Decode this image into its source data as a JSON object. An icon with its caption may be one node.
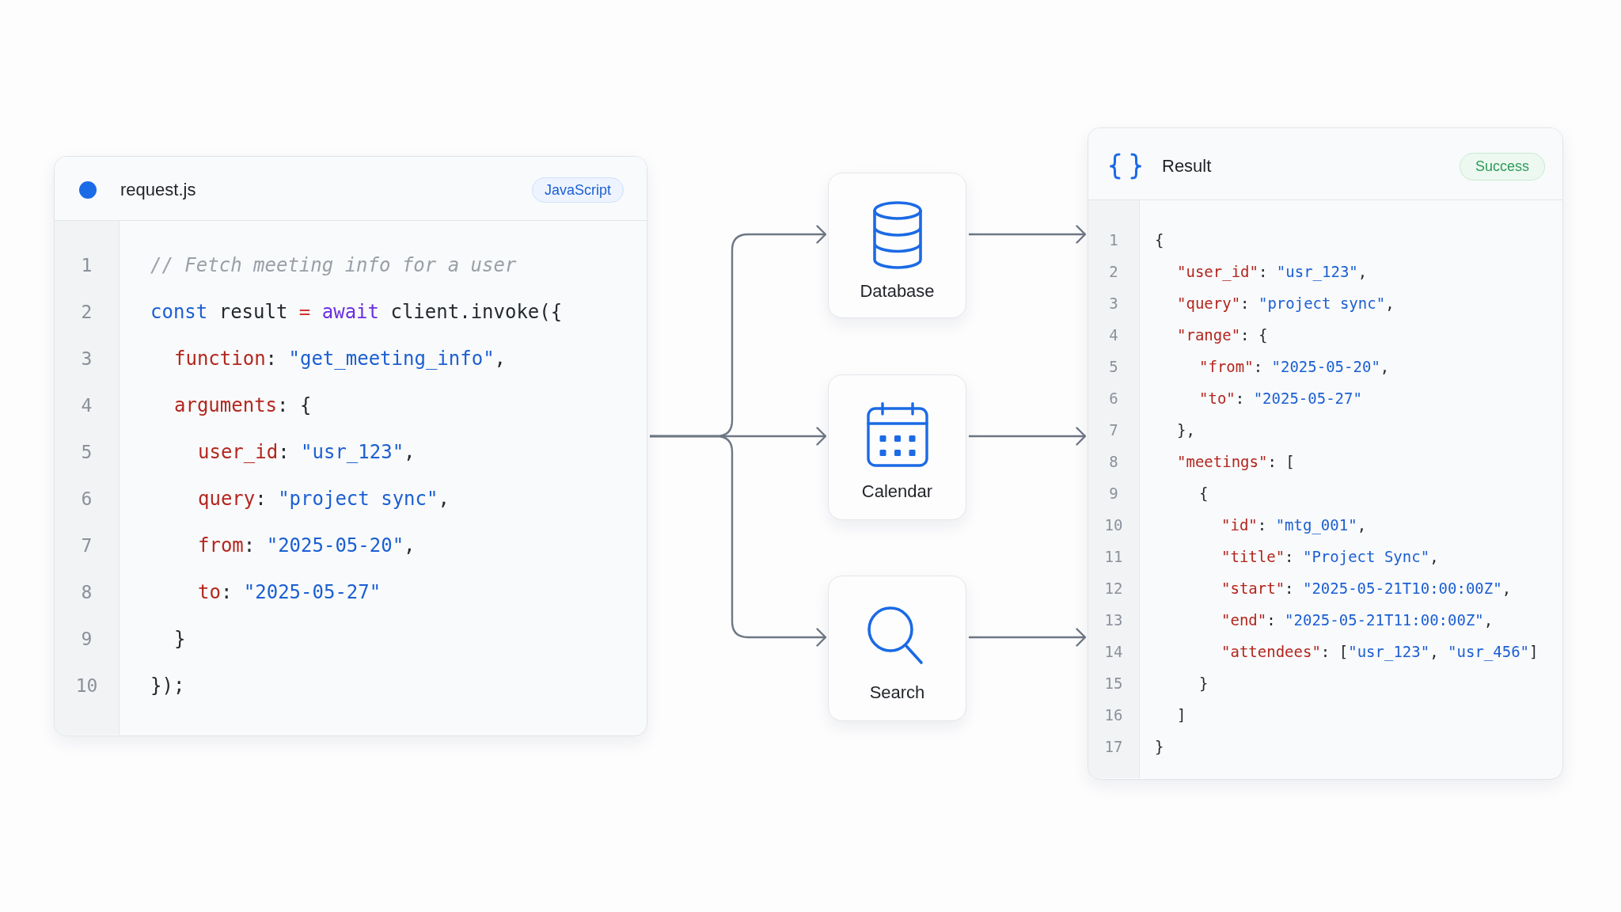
{
  "diagram": {
    "nodes": [
      {
        "text": [
          "request.js",
          "1",
          "// Fetch meeting info for a user",
          "2",
          "const result = await client.invoke({",
          "3",
          "function: \"get_meeting_info\",",
          "4",
          "arguments: {",
          "5",
          "user_id: \"usr_123\",",
          "6",
          "query: \"project sync\",",
          "7",
          "from: \"2025-05-20\",",
          "8",
          "to: \"2025-05-27\"",
          "9",
          "}",
          "10",
          "});"
        ]
      },
      {
        "text": [
          "JavaScript"
        ],
        "in": 0
      },
      {
        "text": [
          "Database"
        ]
      },
      {
        "text": [
          "Calendar"
        ]
      },
      {
        "text": [
          "Search"
        ]
      },
      {
        "text": [
          "Result",
          "1",
          "{",
          "2",
          "\"user_id\": \"usr_123\",",
          "3",
          "\"query\": \"project sync\",",
          "4",
          "\"range\": {",
          "5",
          "\"from\": \"2025-05-20\",",
          "6",
          "\"to\": \"2025-05-27\"",
          "7",
          "},",
          "8",
          "\"meetings\": [",
          "9",
          "{",
          "10",
          "\"id\": \"mtg_001\",",
          "11",
          "\"title\": \"Project Sync\",",
          "12",
          "\"start\": \"2025-05-21T10:00:00Z\",",
          "13",
          "\"end\": \"2025-05-21T11:00:00Z\",",
          "14",
          "\"attendees\": [\"usr_123\", \"usr_456\"]",
          "15",
          "}",
          "16",
          "]",
          "17",
          "}"
        ]
      },
      {
        "text": [
          "Success"
        ],
        "in": 5
      }
    ],
    "edges": [
      {
        "from": 0,
        "to": 2,
        "arrow": "to"
      },
      {
        "from": 0,
        "to": 3,
        "arrow": "to"
      },
      {
        "from": 0,
        "to": 4,
        "arrow": "to"
      },
      {
        "from": 2,
        "to": 5,
        "arrow": "to"
      },
      {
        "from": 3,
        "to": 5,
        "arrow": "to"
      },
      {
        "from": 4,
        "to": 5,
        "arrow": "to"
      }
    ]
  }
}
